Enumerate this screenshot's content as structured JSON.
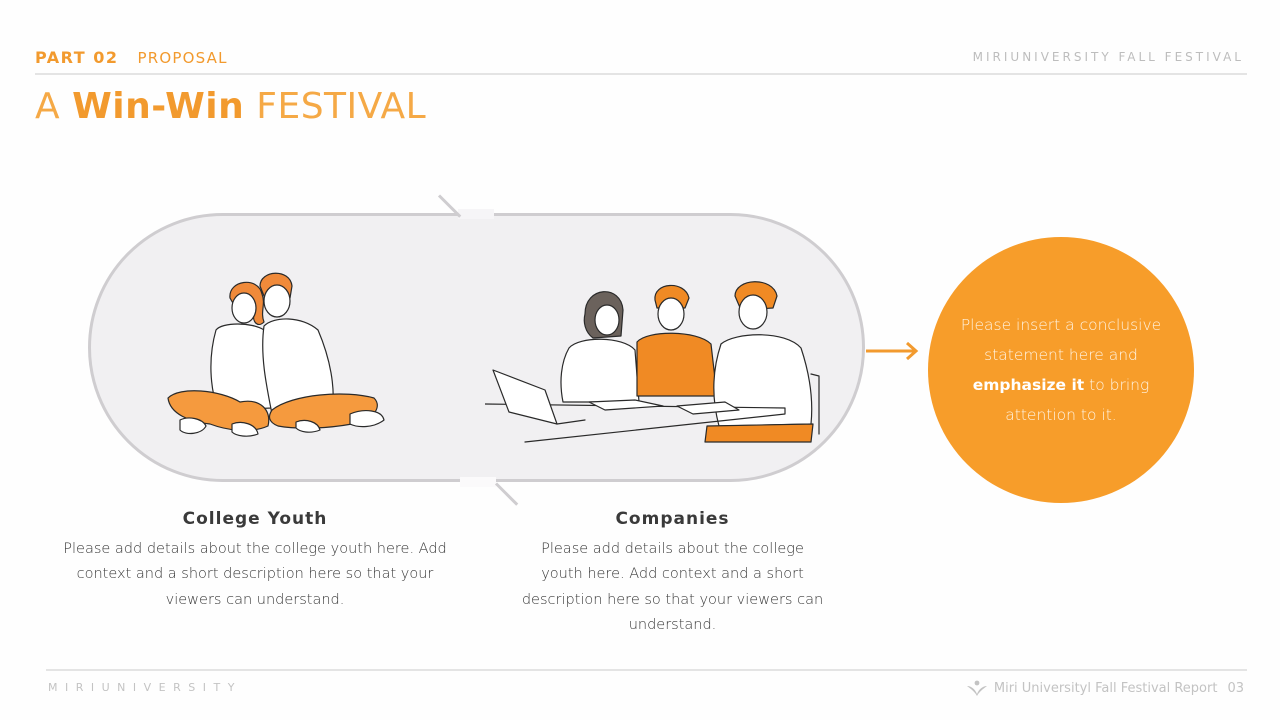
{
  "header": {
    "part": "PART 02",
    "section": "PROPOSAL",
    "brand": "MIRIUNIVERSITY FALL FESTIVAL"
  },
  "title": {
    "prefix": "A",
    "emphasis": "Win-Win",
    "suffix": "FESTIVAL"
  },
  "illustrations": {
    "youth": "two-students-sitting-illustration",
    "companies": "business-meeting-illustration"
  },
  "cards": [
    {
      "heading": "College Youth",
      "body": "Please add details about the college youth here. Add context and a short description here so that your viewers can understand."
    },
    {
      "heading": "Companies",
      "body": "Please add details about the college youth here. Add context and a short description here so that your viewers can understand."
    }
  ],
  "conclusion": {
    "before": "Please insert a conclusive statement here and ",
    "emphasis": "emphasize it",
    "after": " to bring attention to it."
  },
  "footer": {
    "left": "MIRIUNIVERSITY",
    "report": "Miri Universityl Fall Festival Report",
    "page": "03",
    "logo_icon": "person-leaf-logo"
  },
  "colors": {
    "accent": "#f29a2e",
    "circle": "#f79d2a",
    "pill_fill": "#f1f0f2",
    "pill_border": "#cfcdd0",
    "muted": "#c3c3c3"
  }
}
